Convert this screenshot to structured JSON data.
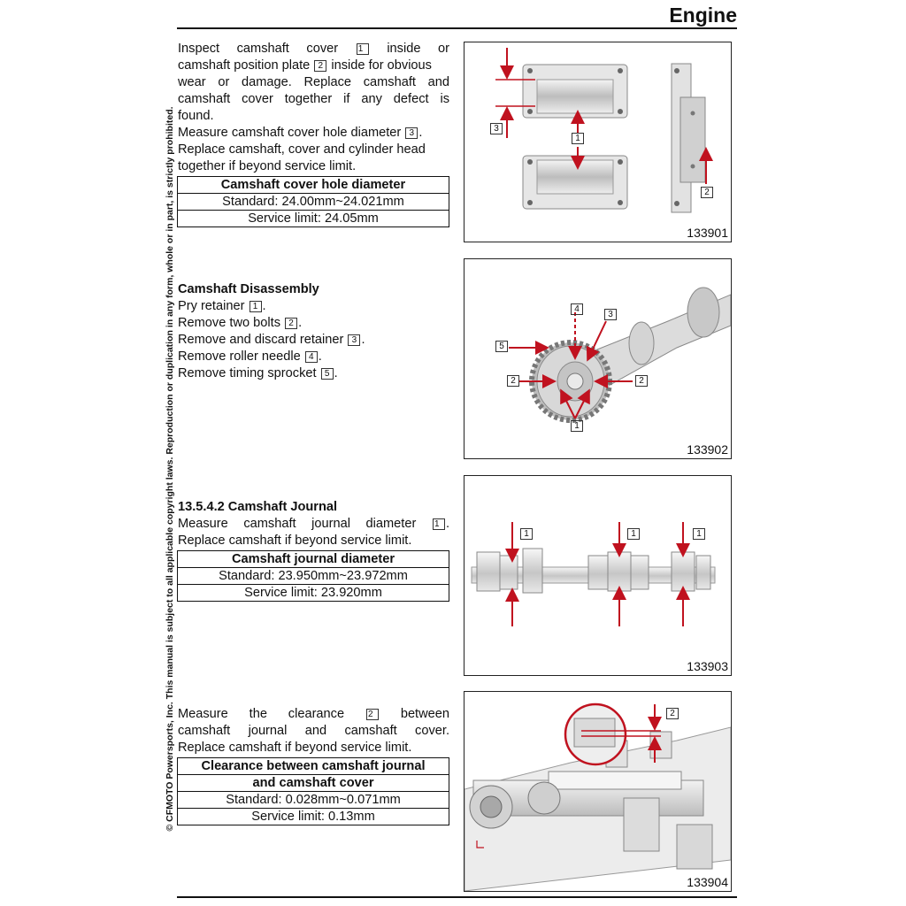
{
  "header": {
    "title": "Engine"
  },
  "copyright_notice": "© CFMOTO Powersports, Inc. This manual is subject to all applicable copyright laws. Reproduction or duplication in any form, whole or in part, is strictly prohibited.",
  "section1": {
    "p1_lines": [
      "Inspect camshaft cover",
      "inside or",
      "camshaft position plate",
      "inside for obvious",
      "wear or damage. Replace camshaft and",
      "camshaft cover together if any defect is",
      "found."
    ],
    "p2": "Measure camshaft cover hole diameter",
    "p3_lines": [
      "Replace camshaft, cover and cylinder head",
      "together if beyond service limit."
    ],
    "table": {
      "header": "Camshaft cover hole diameter",
      "standard": "Standard: 24.00mm~24.021mm",
      "limit": "Service limit: 24.05mm"
    },
    "refs": [
      "1",
      "2",
      "3"
    ]
  },
  "section2": {
    "heading": "Camshaft Disassembly",
    "steps": [
      {
        "text": "Pry retainer",
        "ref": "1"
      },
      {
        "text": "Remove two bolts",
        "ref": "2"
      },
      {
        "text": "Remove and discard retainer",
        "ref": "3"
      },
      {
        "text": "Remove roller needle",
        "ref": "4"
      },
      {
        "text": "Remove timing sprocket",
        "ref": "5"
      }
    ]
  },
  "section3": {
    "heading": "13.5.4.2 Camshaft Journal",
    "line1": "Measure camshaft journal diameter",
    "ref": "1",
    "line2": "Replace camshaft if beyond service limit.",
    "table": {
      "header": "Camshaft journal diameter",
      "standard": "Standard: 23.950mm~23.972mm",
      "limit": "Service limit: 23.920mm"
    }
  },
  "section4": {
    "line1a": "Measure the clearance",
    "ref": "2",
    "line1b": "between",
    "line2": "camshaft journal and camshaft cover.",
    "line3": "Replace camshaft if beyond service limit.",
    "table": {
      "header1": "Clearance between camshaft journal",
      "header2": "and camshaft cover",
      "standard": "Standard: 0.028mm~0.071mm",
      "limit": "Service limit: 0.13mm"
    }
  },
  "figures": {
    "fig1": {
      "id": "133901",
      "labels": [
        "3",
        "1",
        "2"
      ]
    },
    "fig2": {
      "id": "133902",
      "labels": [
        "4",
        "3",
        "5",
        "2",
        "2",
        "1"
      ]
    },
    "fig3": {
      "id": "133903",
      "labels": [
        "1",
        "1",
        "1"
      ]
    },
    "fig4": {
      "id": "133904",
      "labels": [
        "2"
      ]
    }
  },
  "colors": {
    "arrow": "#c0121f",
    "part_fill": "#e3e3e3",
    "part_stroke": "#8a8a8a"
  }
}
